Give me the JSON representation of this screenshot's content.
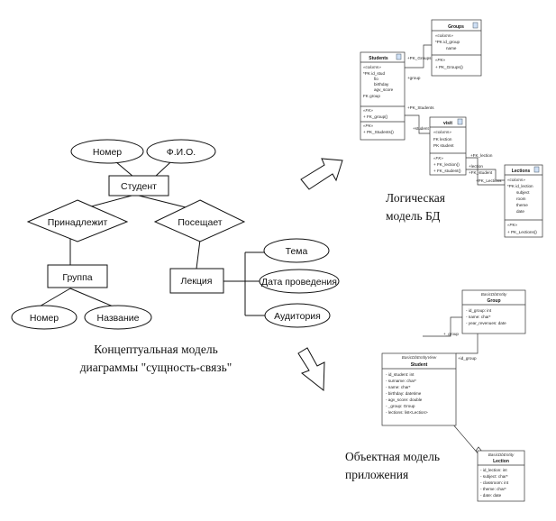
{
  "er": {
    "entities": {
      "student": "Студент",
      "group": "Группа",
      "lecture": "Лекция"
    },
    "attributes": {
      "nomer_top": "Номер",
      "fio": "Ф.И.О.",
      "nomer_bottom": "Номер",
      "nazvanie": "Название",
      "tema": "Тема",
      "data": "Дата проведения",
      "auditoria": "Аудитория"
    },
    "relations": {
      "belongs": "Принадлежит",
      "visits": "Посещает"
    },
    "caption": [
      "Концептуальная модель",
      "диаграммы \"сущность-связь\""
    ]
  },
  "logical": {
    "caption": [
      "Логическая",
      "модель БД"
    ],
    "tables": {
      "groups": {
        "title": "Groups",
        "section1": "«column»",
        "lines1": [
          "*PK id_group",
          "name"
        ],
        "section2": "«PK»",
        "lines2": [
          "+ PK_Groups()"
        ]
      },
      "students": {
        "title": "Students",
        "section1": "«column»",
        "lines1": [
          "*PK id_stud",
          "fio",
          "birthday",
          "agv_score",
          "FK group"
        ],
        "section2": "«FK»",
        "lines2": [
          "+ FK_group()"
        ],
        "section3": "«PK»",
        "lines3": [
          "+ PK_Students()"
        ]
      },
      "visit": {
        "title": "visit",
        "section1": "«column»",
        "lines1": [
          "FK lection",
          "PK student"
        ],
        "section2": "«FK»",
        "lines2": [
          "+ FK_lection()",
          "+ FK_student()"
        ]
      },
      "lections": {
        "title": "Lections",
        "section1": "«column»",
        "lines1": [
          "*PK id_lection",
          "subject",
          "room",
          "theme",
          "date"
        ],
        "section2": "«PK»",
        "lines2": [
          "+ PK_Lections()"
        ]
      }
    },
    "connectors": [
      "+PK_Groups",
      "+group",
      "+PK_Students",
      "+student",
      "+FK_lection",
      "+lection",
      "+FK_student",
      "+PK_Lections"
    ]
  },
  "object": {
    "caption": [
      "Объектная модель",
      "приложения"
    ],
    "classes": {
      "group": {
        "stereotype": "BasicDbEntity",
        "title": "Group",
        "lines": [
          "- id_group: int",
          "- name: char*",
          "- year_revenues: date"
        ]
      },
      "student": {
        "stereotype": "BasicDbEntityView",
        "title": "Student",
        "lines": [
          "- id_student: int",
          "- surname: char*",
          "- name: char*",
          "- birthday: datetime",
          "- agv_score: double",
          "- _group: Group",
          "- lections: list<Lection>"
        ]
      },
      "lection": {
        "stereotype": "BasicDbEntity",
        "title": "Lection",
        "lines": [
          "- id_lection: int",
          "- subject: char*",
          "- classroom: int",
          "- theme: char*",
          "- date: date"
        ]
      }
    },
    "connectors": [
      "+_group",
      "+id_group"
    ]
  }
}
